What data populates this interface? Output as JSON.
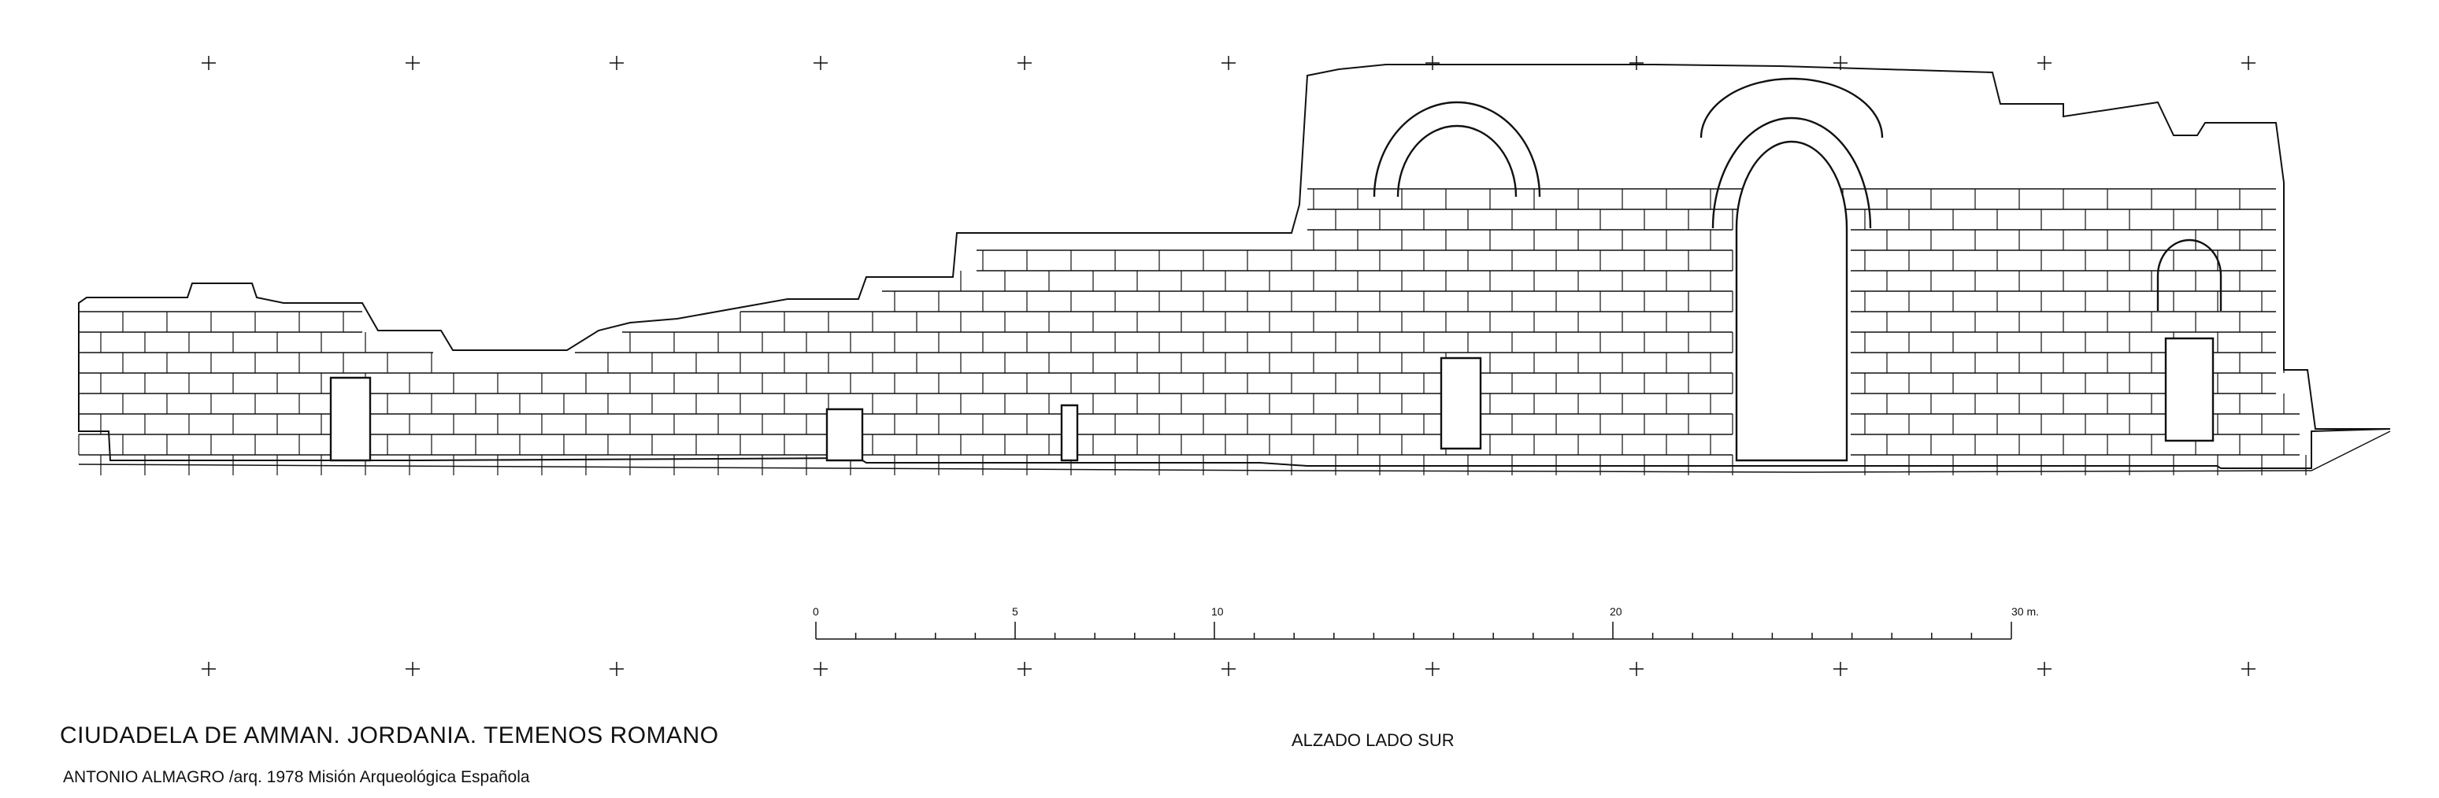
{
  "drawing": {
    "title": "CIUDADELA DE AMMAN. JORDANIA. TEMENOS ROMANO",
    "author_line": "ANTONIO ALMAGRO /arq.  1978   Misión Arqueológica Española",
    "view_label": "ALZADO LADO SUR"
  },
  "scale_bar": {
    "labels": [
      "0",
      "5",
      "10",
      "20",
      "30 m."
    ],
    "values": [
      0,
      5,
      10,
      20,
      30
    ]
  },
  "colors": {
    "ink": "#111111",
    "paper": "#ffffff"
  }
}
